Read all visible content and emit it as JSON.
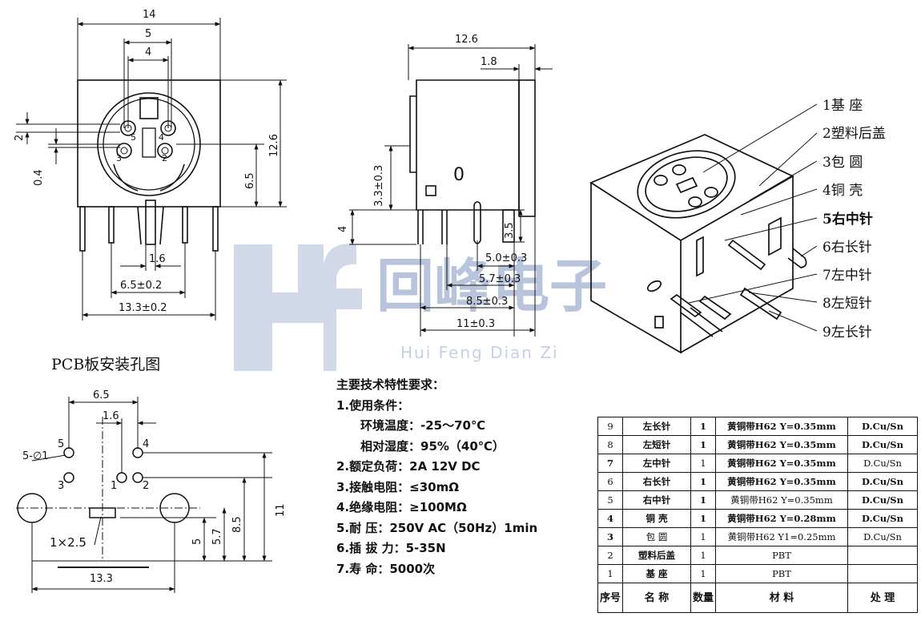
{
  "dims": {
    "top_width": "14",
    "top_d5": "5",
    "top_d4": "4",
    "left_2": "2",
    "left_04": "0.4",
    "right_65": "6.5",
    "right_126": "12.6",
    "bot_16": "1.6",
    "bot_65": "6.5±0.2",
    "bot_133": "13.3±0.2",
    "side_126": "12.6",
    "side_18": "1.8",
    "side_33": "3.3±0.3",
    "side_4": "4",
    "side_35": "3.5",
    "side_50": "5.0±0.3",
    "side_57": "5.7±0.3",
    "side_85": "8.5±0.3",
    "side_11": "11±0.3",
    "side_mark": "0",
    "pcb_65": "6.5",
    "pcb_16": "1.6",
    "pcb_hole": "5-∅1",
    "pcb_n5": "5",
    "pcb_n4": "4",
    "pcb_n3": "3",
    "pcb_n1": "1",
    "pcb_n2": "2",
    "pcb_slot": "1×2.5",
    "pcb_133": "13.3",
    "pcb_5": "5",
    "pcb_57": "5.7",
    "pcb_85": "8.5",
    "pcb_11": "11",
    "pin_5": "5",
    "pin_4": "4",
    "pin_3": "3",
    "pin_2": "2"
  },
  "callouts": [
    "1基  座",
    "2塑料后盖",
    "3包  圆",
    "4铜  壳",
    "5右中针",
    "6右长针",
    "7左中针",
    "8左短针",
    "9左长针"
  ],
  "watermark": {
    "main": "回峰电子",
    "sub": "Hui Feng Dian Zi"
  },
  "pcb_title": "PCB板安装孔图",
  "requirements": {
    "title": "主要技术特性要求：",
    "lines": [
      "1.使用条件：",
      "环境温度：-25～70℃",
      "相对湿度：95%（40℃）",
      "2.额定负荷：2A 12V DC",
      "3.接触电阻：≤30mΩ",
      "4.绝缘电阻：≥100MΩ",
      "5.耐    压：250V AC（50Hz）1min",
      "6.插 拔 力：5-35N",
      "7.寿    命：5000次"
    ]
  },
  "bom": {
    "rows": [
      [
        "9",
        "左长针",
        "1",
        "黄铜带H62 Y=0.35mm",
        "D.Cu/Sn"
      ],
      [
        "8",
        "左短针",
        "1",
        "黄铜带H62 Y=0.35mm",
        "D.Cu/Sn"
      ],
      [
        "7",
        "左中针",
        "1",
        "黄铜带H62 Y=0.35mm",
        "D.Cu/Sn"
      ],
      [
        "6",
        "右长针",
        "1",
        "黄铜带H62 Y=0.35mm",
        "D.Cu/Sn"
      ],
      [
        "5",
        "右中针",
        "1",
        "黄铜带H62 Y=0.35mm",
        "D.Cu/Sn"
      ],
      [
        "4",
        "铜  壳",
        "1",
        "黄铜带H62 Y=0.28mm",
        "D.Cu/Sn"
      ],
      [
        "3",
        "包  圆",
        "1",
        "黄铜带H62 Y1=0.25mm",
        "D.Cu/Sn"
      ],
      [
        "2",
        "塑料后盖",
        "1",
        "PBT",
        ""
      ],
      [
        "1",
        "基  座",
        "1",
        "PBT",
        ""
      ]
    ],
    "header": [
      "序号",
      "名  称",
      "数量",
      "材  料",
      "处  理"
    ]
  }
}
